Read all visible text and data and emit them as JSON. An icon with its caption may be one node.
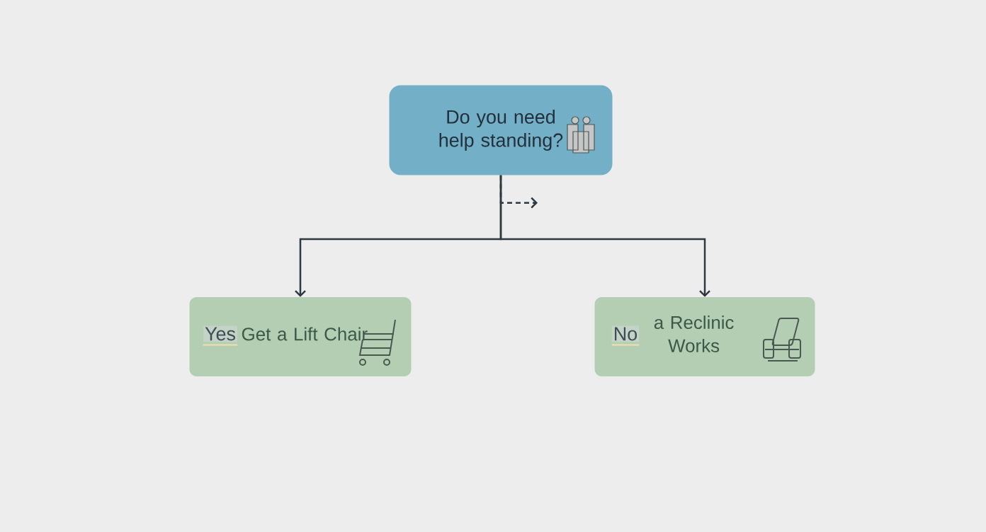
{
  "diagram": {
    "nodes": [
      {
        "text": [
          "Do you need help standing?"
        ]
      },
      {
        "text": [
          "Yes",
          "Get a Lift Chair"
        ]
      },
      {
        "text": [
          "No",
          "a Reclinic Works"
        ]
      }
    ],
    "edges": [
      {
        "from": 0,
        "to": 1,
        "arrow": "to"
      },
      {
        "from": 0,
        "to": 2,
        "arrow": "to"
      },
      {
        "from": 0,
        "to": null,
        "arrow": "to",
        "style": "dashed"
      }
    ]
  }
}
